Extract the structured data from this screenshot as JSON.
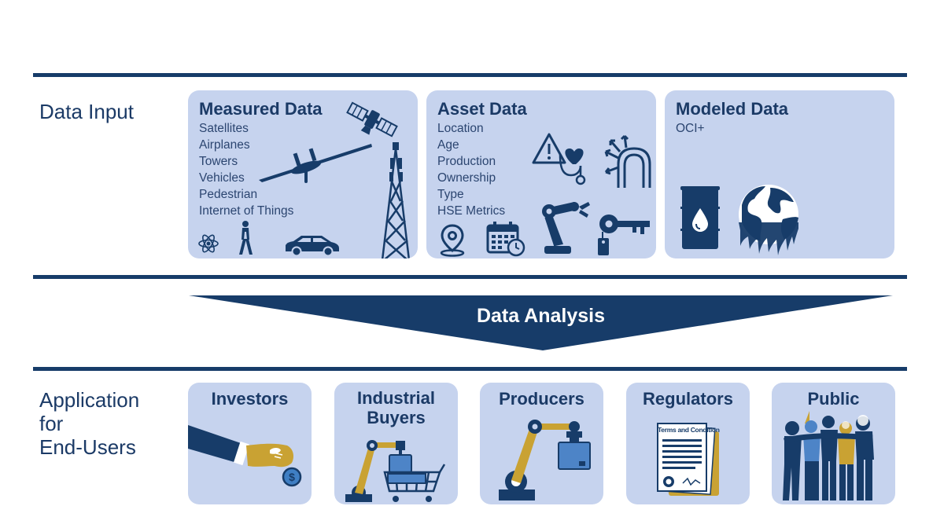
{
  "data_input": {
    "label": "Data Input",
    "cards": [
      {
        "title": "Measured Data",
        "items": [
          "Satellites",
          "Airplanes",
          "Towers",
          "Vehicles",
          "Pedestrian",
          "Internet of Things"
        ]
      },
      {
        "title": "Asset Data",
        "items": [
          "Location",
          "Age",
          "Production",
          "Ownership",
          "Type",
          "HSE Metrics"
        ]
      },
      {
        "title": "Modeled Data",
        "items": [
          "OCI+"
        ]
      }
    ]
  },
  "analysis": {
    "label": "Data Analysis"
  },
  "end_users": {
    "label": "Application\nfor\nEnd-Users",
    "cards": [
      {
        "title": "Investors"
      },
      {
        "title": "Industrial\nBuyers"
      },
      {
        "title": "Producers"
      },
      {
        "title": "Regulators"
      },
      {
        "title": "Public"
      }
    ]
  },
  "document_heading": "Terms and Condition",
  "colors": {
    "navy": "#173c69",
    "card": "#c6d3ee",
    "gold": "#c9a233",
    "blue_box": "#4d84c7"
  }
}
